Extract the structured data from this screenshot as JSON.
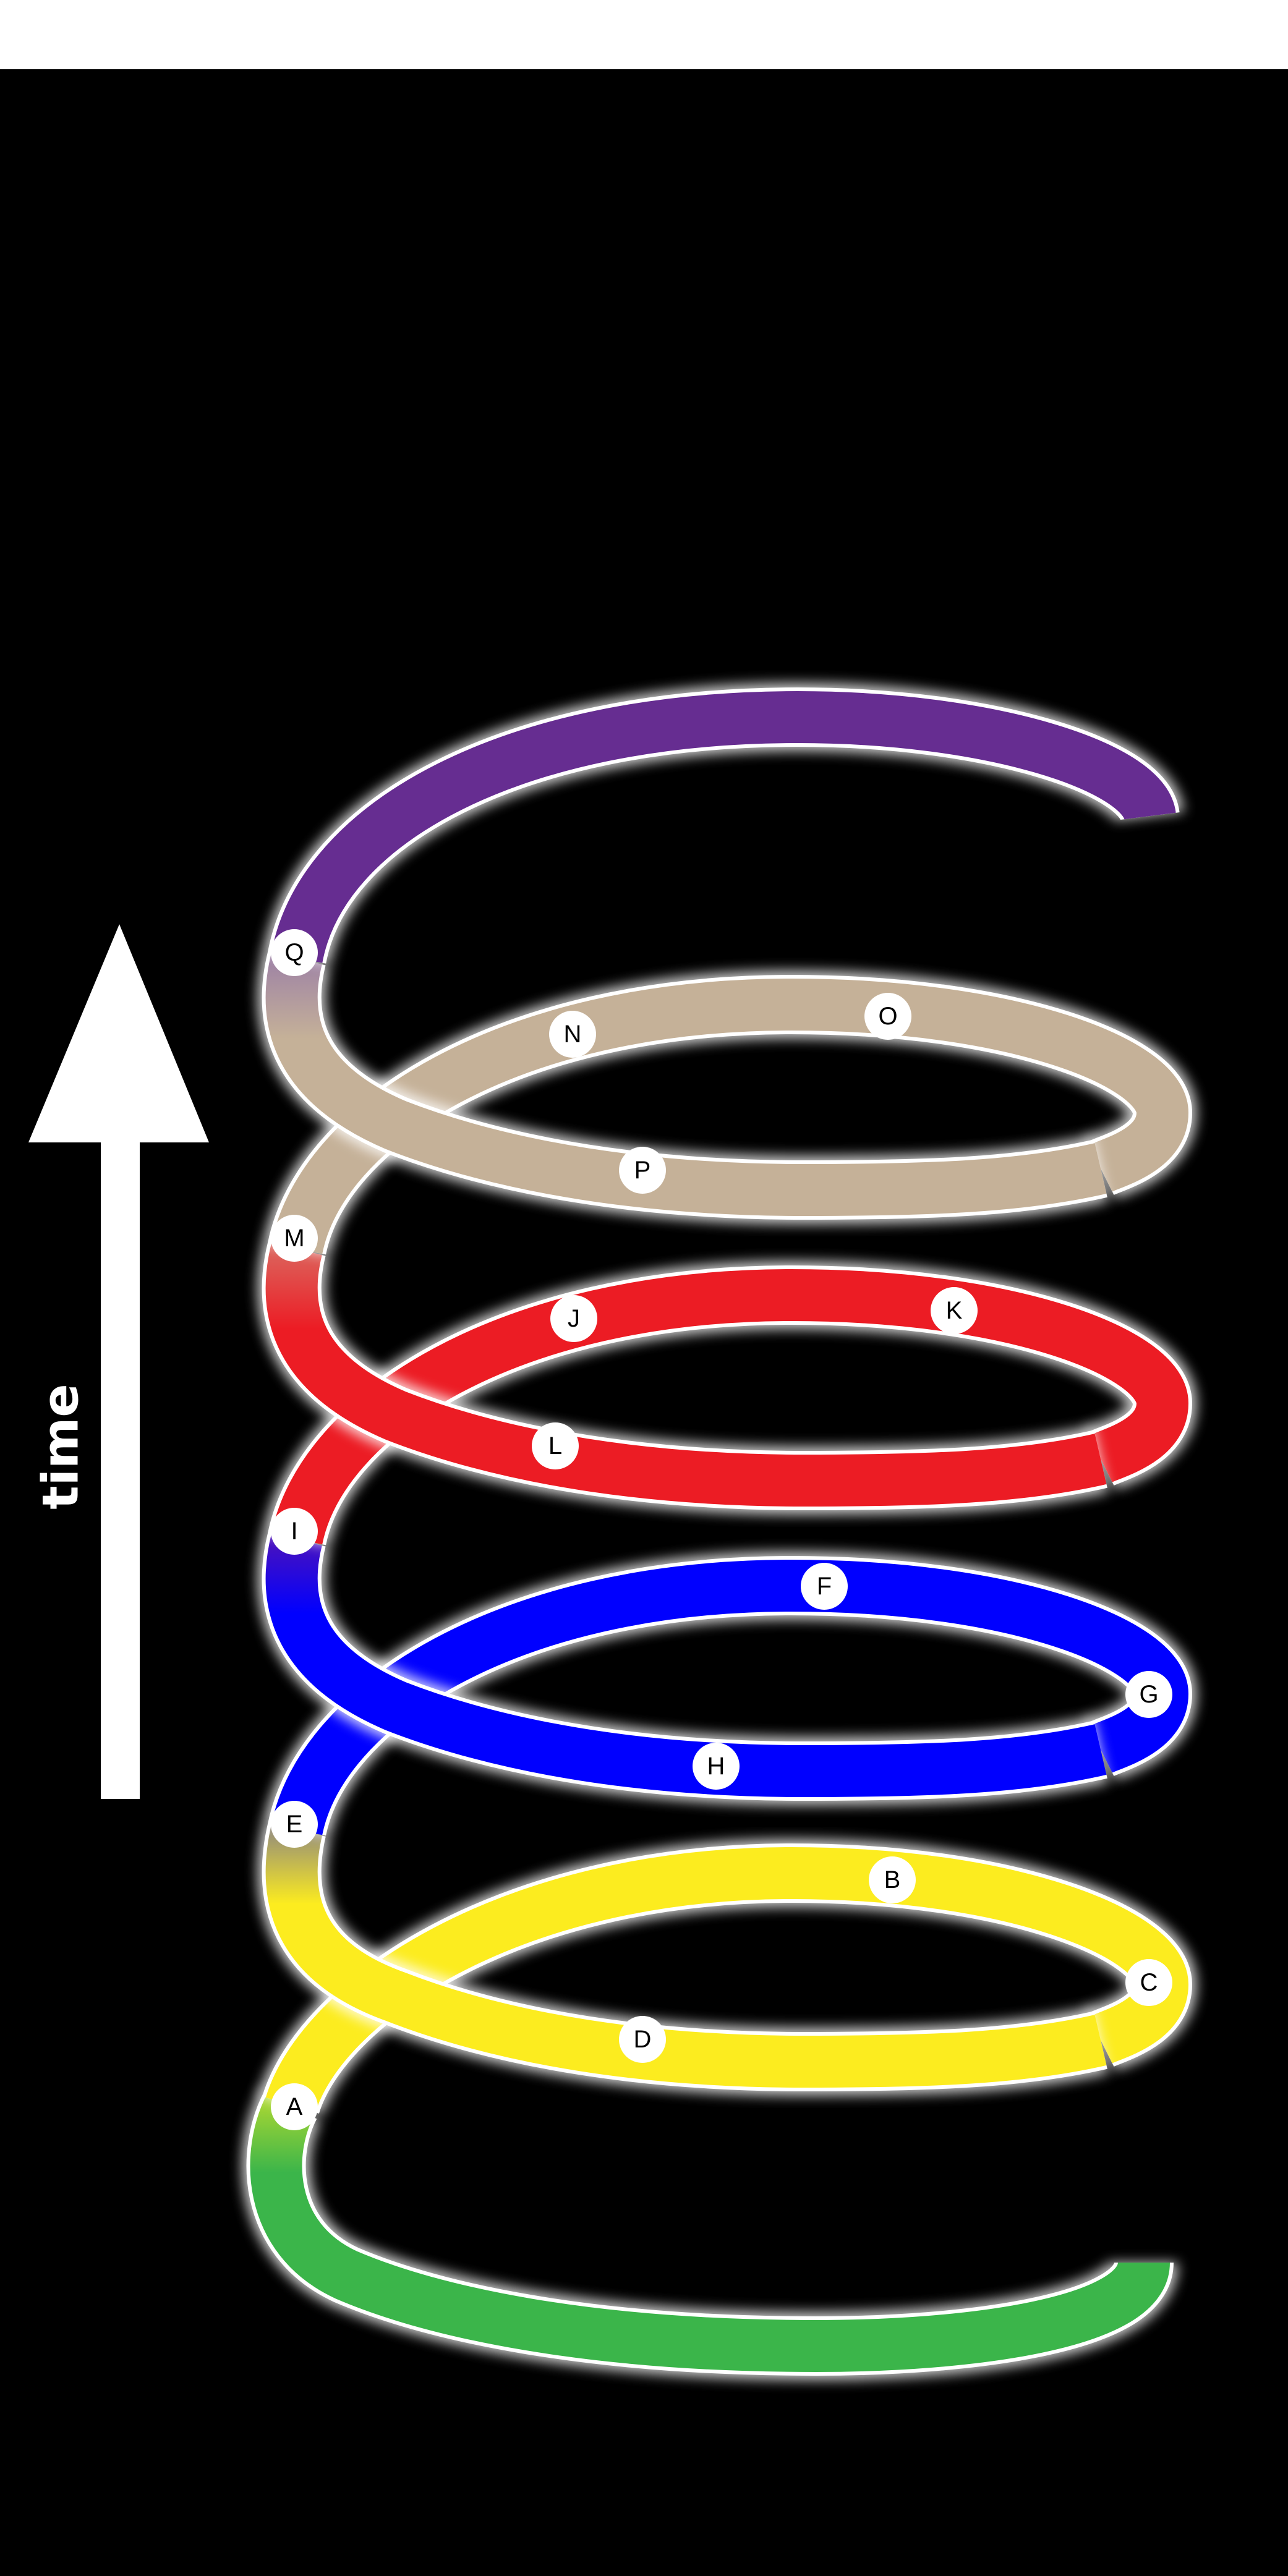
{
  "axis": {
    "label": "time",
    "direction": "up"
  },
  "colors": {
    "background": "#000000",
    "top_band": "#ffffff",
    "outline": "#ffffff",
    "glow": "#ffffff",
    "marker_fill": "#ffffff",
    "marker_text": "#000000",
    "arrow": "#ffffff"
  },
  "segments": [
    {
      "id": "segment-green",
      "color": "#3bb54a"
    },
    {
      "id": "segment-yellow",
      "color": "#fcec1f"
    },
    {
      "id": "segment-blue",
      "color": "#0000ff"
    },
    {
      "id": "segment-red",
      "color": "#ec1c24"
    },
    {
      "id": "segment-tan",
      "color": "#c5b198"
    },
    {
      "id": "segment-purple",
      "color": "#662d91"
    }
  ],
  "markers": [
    "A",
    "B",
    "C",
    "D",
    "E",
    "F",
    "G",
    "H",
    "I",
    "J",
    "K",
    "L",
    "M",
    "N",
    "O",
    "P",
    "Q"
  ]
}
